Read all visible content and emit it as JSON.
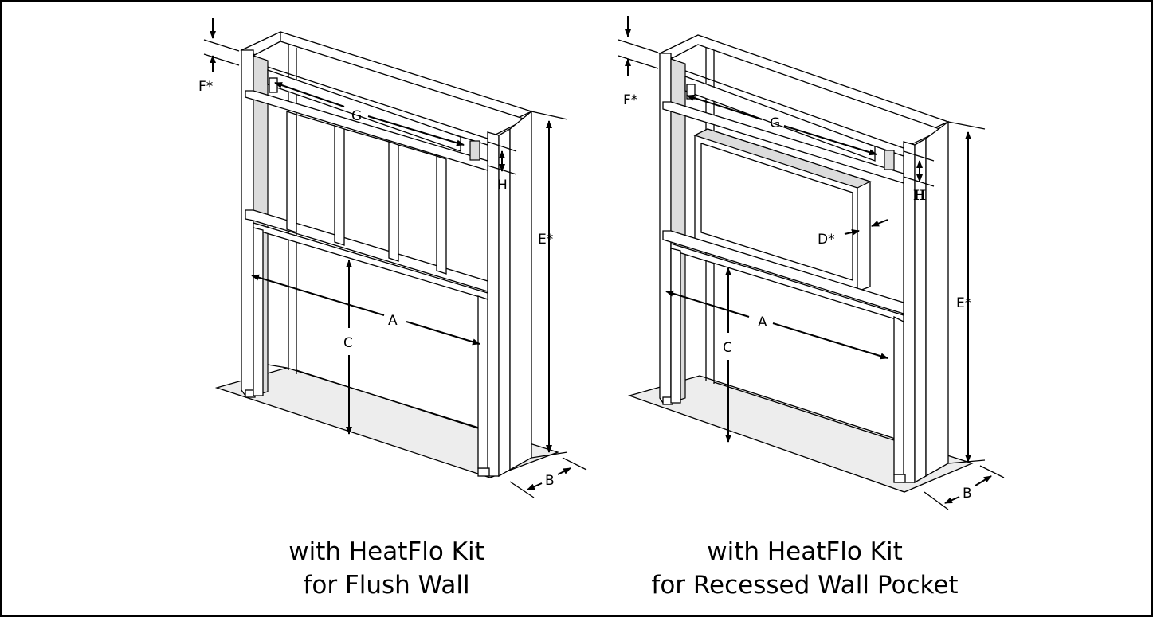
{
  "figures": [
    {
      "labels": {
        "F": "F*",
        "G": "G",
        "H": "H",
        "E": "E*",
        "A": "A",
        "C": "C",
        "B": "B"
      },
      "caption_line1": "with HeatFlo Kit",
      "caption_line2": "for Flush Wall"
    },
    {
      "labels": {
        "F": "F*",
        "G": "G",
        "H": "H",
        "E": "E*",
        "A": "A",
        "C": "C",
        "B": "B",
        "D": "D*"
      },
      "caption_line1": "with HeatFlo Kit",
      "caption_line2": "for Recessed Wall Pocket"
    }
  ],
  "colors": {
    "line": "#000000",
    "background": "#ffffff",
    "shade": "#dcdcdc"
  }
}
